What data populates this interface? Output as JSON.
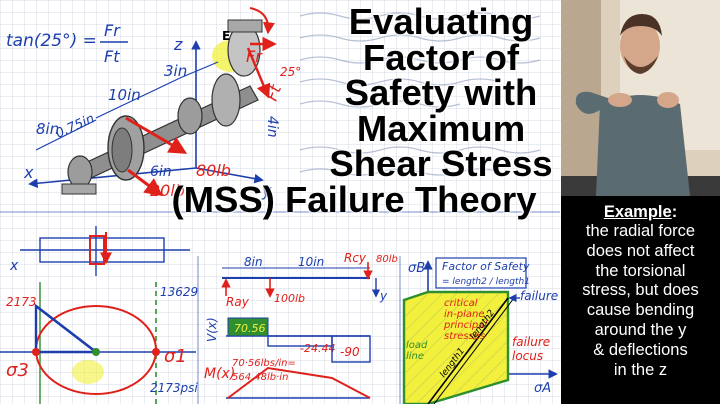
{
  "title": {
    "lines": [
      "Evaluating",
      "Factor of",
      "Safety with",
      "Maximum",
      "Shear Stress",
      "(MSS) Failure Theory"
    ]
  },
  "example": {
    "heading": "Example",
    "lines": [
      "the radial force",
      "does not affect",
      "the torsional",
      "stress, but does",
      "cause bending",
      "around the y",
      "& deflections",
      "in the z"
    ]
  },
  "shaft_sketch": {
    "tan_lhs": "tan(25°) =",
    "tan_num": "Fr",
    "tan_den": "Ft",
    "dim_8in": "8in",
    "dim_10in": "10in",
    "dim_3in": "3in",
    "dim_075in": "0.75in",
    "dim_6in": "6in",
    "dim_4in": "4in",
    "force_80lb": "80lb",
    "force_20lb": "20lb",
    "label_e": "E",
    "label_fr": "Fr",
    "label_ft": "Ft",
    "angle_25": "25°",
    "axis_z": "z",
    "axis_x": "x",
    "axis_y": "y"
  },
  "mohr": {
    "label_13629": "13629",
    "label_2173": "2173",
    "label_2173psi": "2173psi",
    "sigma3": "σ3",
    "sigma1": "σ1",
    "axis_x": "x"
  },
  "beam": {
    "label_8in": "8in",
    "label_10in": "10in",
    "label_rcy": "Rcy",
    "label_ray": "Ray",
    "label_80lb": "80lb",
    "label_100lb": "100lb",
    "axis_y": "y",
    "v_label": "V(x)",
    "v_value": "70.56",
    "v_neg_value": "-24.44",
    "v_neg2": "-90",
    "m_label": "M(x)",
    "m_note1": "70·56lbs/in=",
    "m_note2": "564.48lb·in"
  },
  "failure": {
    "box_title": "Factor of Safety",
    "box_sub": "= length2 / length1",
    "sigma_b": "σB",
    "sigma_a": "σA",
    "critical_lines": [
      "critical",
      "in-plane",
      "principal",
      "stresses"
    ],
    "load_line": [
      "load",
      "line"
    ],
    "failure_label": "failure",
    "failure_locus": [
      "failure",
      "locus"
    ],
    "length1": "length1",
    "length2": "length2"
  },
  "colors": {
    "grid": "#c9cfde",
    "ink_blue": "#1d3fae",
    "ink_red": "#e0201a",
    "ink_green": "#2f8f2f",
    "highlight_yellow": "#f2f03c",
    "example_bg": "#000000"
  }
}
